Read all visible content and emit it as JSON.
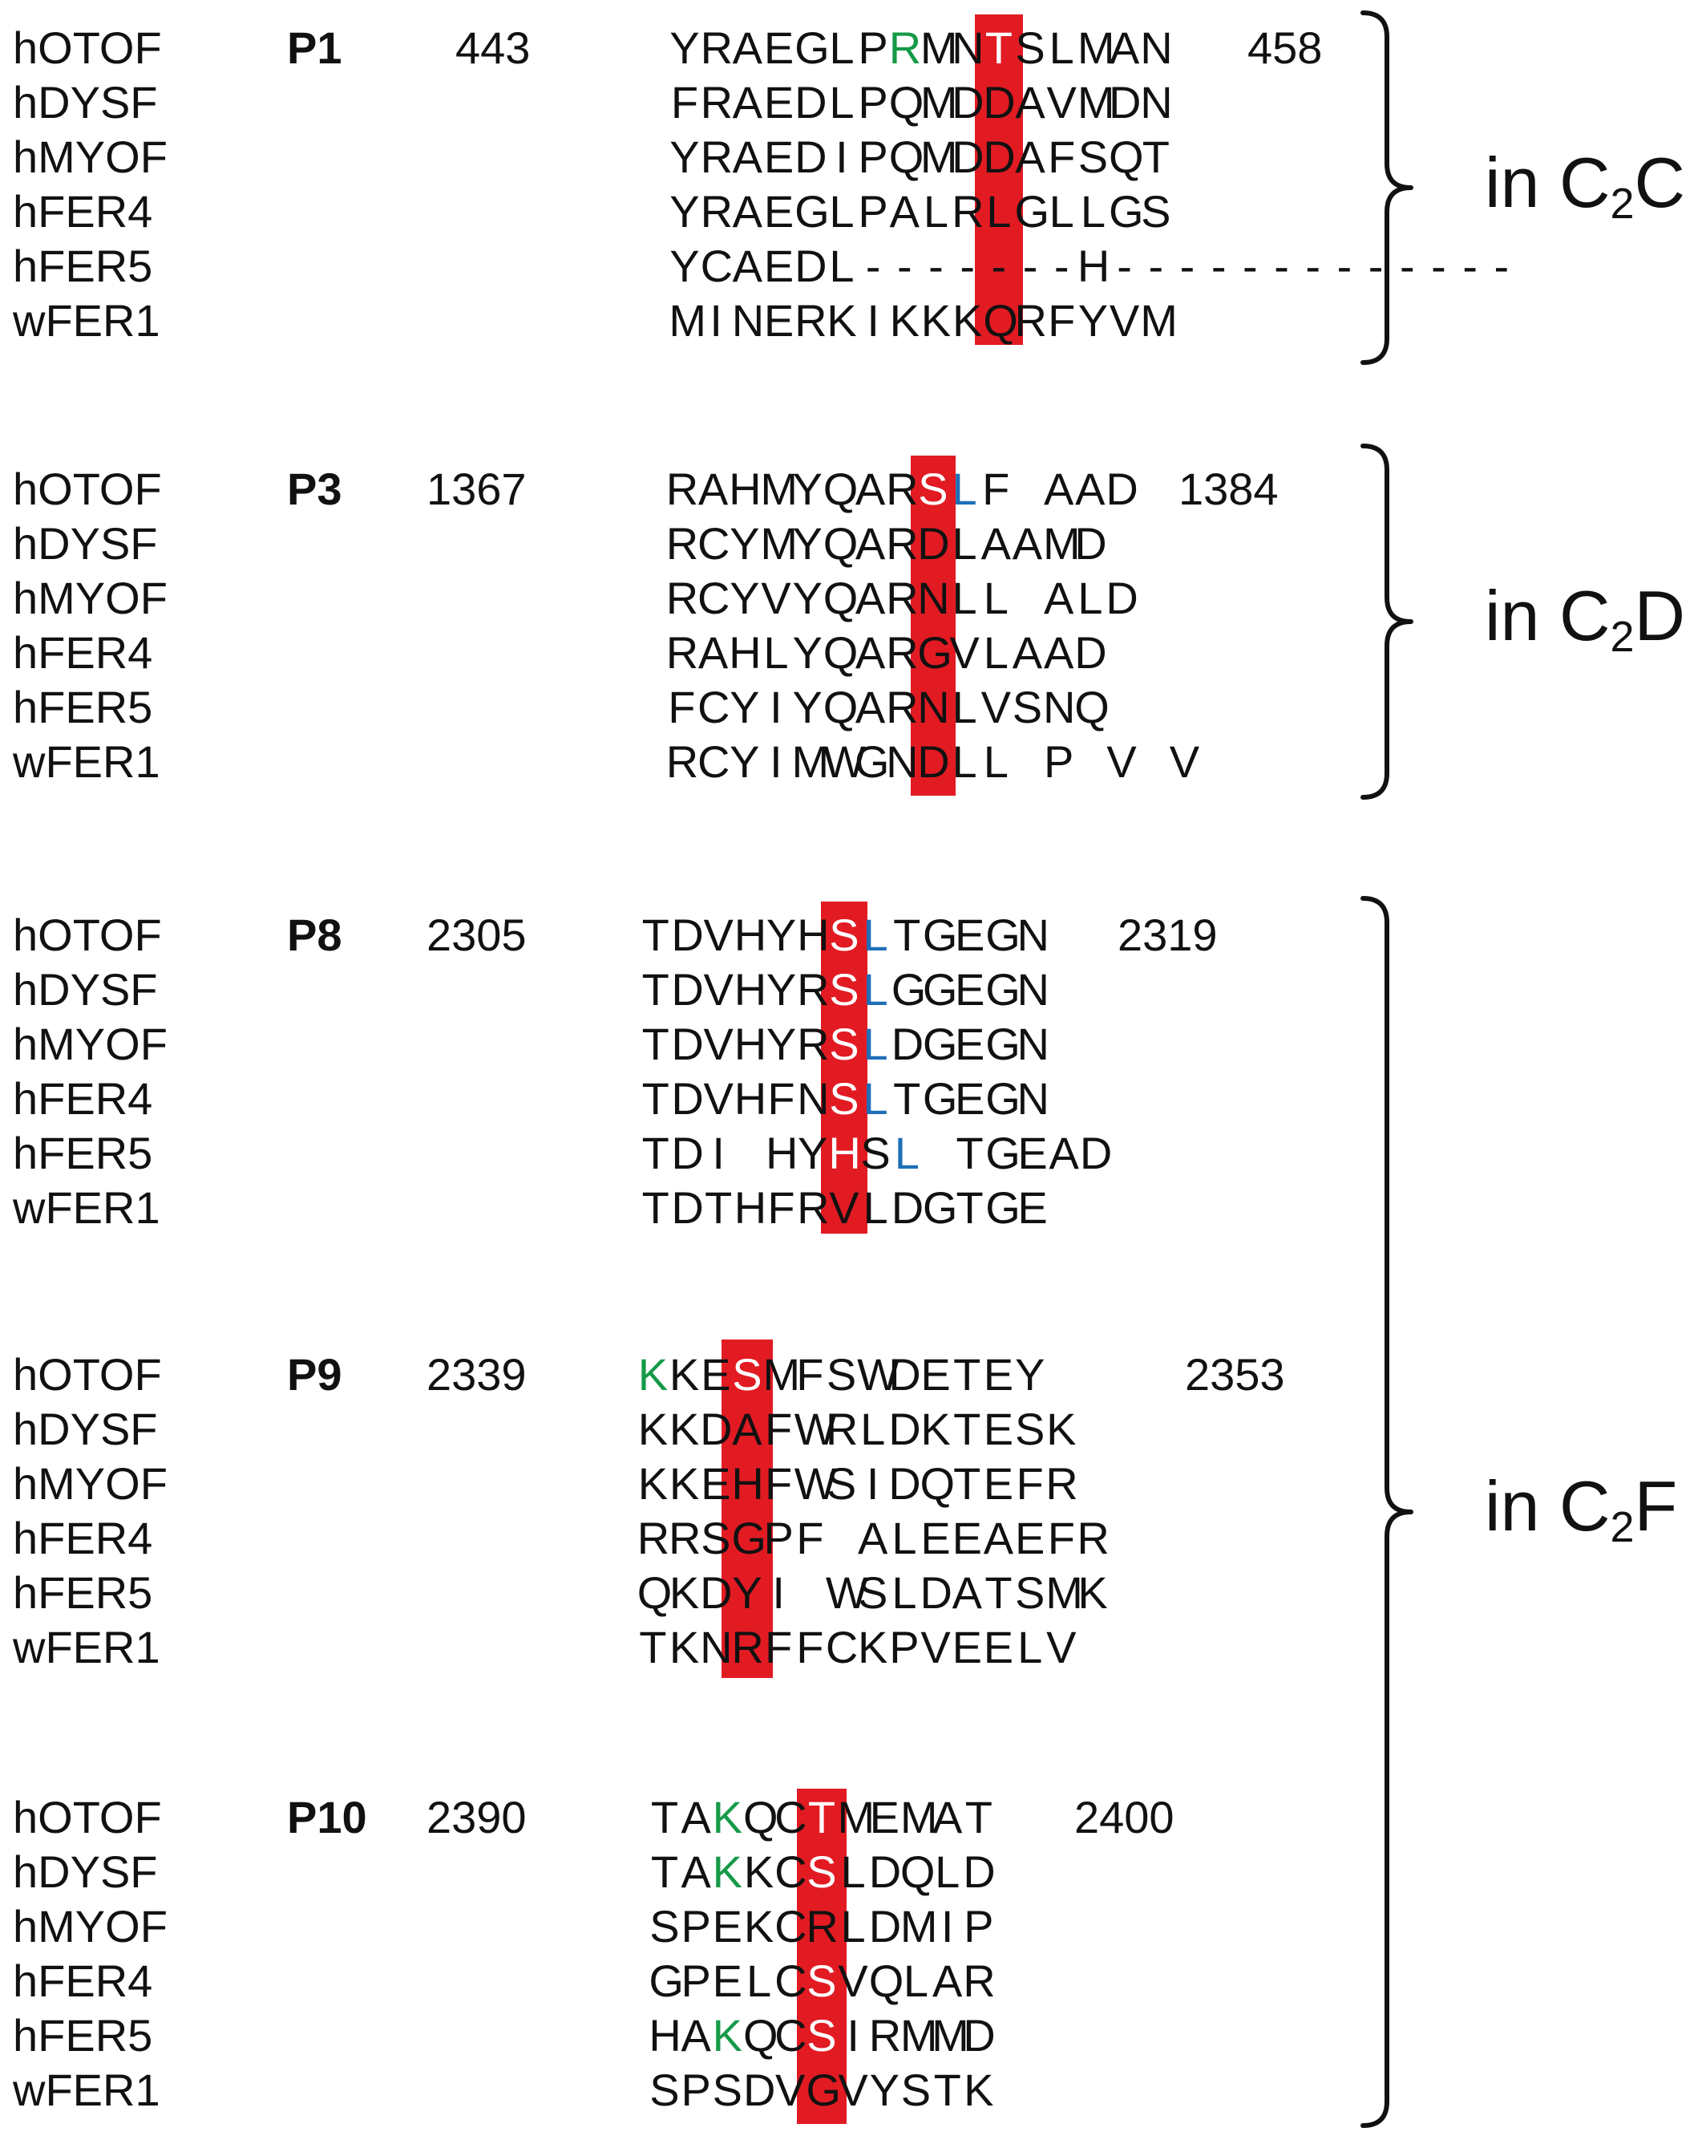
{
  "colors": {
    "highlight": "#e21b23",
    "on_highlight": "#ffffff",
    "green": "#159a48",
    "blue": "#1f6fb8",
    "text": "#111111"
  },
  "species": [
    "hOTOF",
    "hDYSF",
    "hMYOF",
    "hFER4",
    "hFER5",
    "wFER1"
  ],
  "blocks": [
    {
      "id": "P1",
      "label": "P1",
      "start": "443",
      "end": "458",
      "domain": "C2C",
      "rows": [
        "YRAEGLPRMNTSLMAN",
        "FRAEDLPQMDDAVMDN",
        "YRAEDIPQMDDAFSQT",
        "YRAEGLPALRLGLLGS",
        "YCAEDL-------H-------------",
        "MINERKIKKKQRFYVM"
      ],
      "col": 10,
      "white_rows": [
        0
      ],
      "colored": [
        {
          "row": 0,
          "idx": 7,
          "color": "green"
        }
      ]
    },
    {
      "id": "P3",
      "label": "P3",
      "start": "1367",
      "end": "1384",
      "domain": "C2D",
      "rows": [
        "RAHMYQARSLF AAD",
        "RCYMYQARDLAAMD",
        "RCYVYQARNLL ALD",
        "RAHLYQARGVLAAD",
        "FCYIYQARNLVSNQ",
        "RCYIMWGNDLL P V V"
      ],
      "col": 8,
      "white_rows": [
        0
      ],
      "colored": [
        {
          "row": 0,
          "idx": 9,
          "color": "blue"
        }
      ]
    },
    {
      "id": "P8",
      "label": "P8",
      "start": "2305",
      "end": "2319",
      "domain": "C2F",
      "rows": [
        "TDVHYHSLTGEGN",
        "TDVHYRSLGGEGN",
        "TDVHYRSLDGEGN",
        "TDVHFNSLTGEGN",
        "TDI HYHSL TGEAD",
        "TDTHFRVLDGTGE"
      ],
      "col": 6,
      "white_rows": [
        0,
        1,
        2,
        3,
        4
      ],
      "colored": [
        {
          "row": 0,
          "idx": 7,
          "color": "blue"
        },
        {
          "row": 1,
          "idx": 7,
          "color": "blue"
        },
        {
          "row": 2,
          "idx": 7,
          "color": "blue"
        },
        {
          "row": 3,
          "idx": 7,
          "color": "blue"
        },
        {
          "row": 4,
          "idx": 8,
          "color": "blue"
        }
      ]
    },
    {
      "id": "P9",
      "label": "P9",
      "start": "2339",
      "end": "2353",
      "domain": "C2F",
      "rows": [
        "KKESMFSWDETEY",
        "KKDAFWRLDKTESK",
        "KKEHFWSIDQTEFR",
        "RRSGPF ALEEAEFR",
        "QKDYI WSLDATSMK",
        "TKNRFFCKPVEELV"
      ],
      "col": 3,
      "white_rows": [
        0
      ],
      "colored": [
        {
          "row": 0,
          "idx": 0,
          "color": "green"
        }
      ]
    },
    {
      "id": "P10",
      "label": "P10",
      "start": "2390",
      "end": "2400",
      "domain": "C2F",
      "rows": [
        "TAKQCTMEMAT",
        "TAKKCSLDQLD",
        "SPEKCRLDMIP",
        "GPELCSVQLAR",
        "HAKQCSIRMMD",
        "SPSDVGVYSTK"
      ],
      "col": 5,
      "white_rows": [
        0,
        1,
        3,
        4
      ],
      "colored": [
        {
          "row": 0,
          "idx": 2,
          "color": "green"
        },
        {
          "row": 1,
          "idx": 2,
          "color": "green"
        },
        {
          "row": 4,
          "idx": 2,
          "color": "green"
        }
      ]
    }
  ],
  "domains": [
    {
      "id": "C2C",
      "prefix": "in C",
      "sub": "2",
      "suffix": "C"
    },
    {
      "id": "C2D",
      "prefix": "in C",
      "sub": "2",
      "suffix": "D"
    },
    {
      "id": "C2F",
      "prefix": "in C",
      "sub": "2",
      "suffix": "F"
    }
  ]
}
